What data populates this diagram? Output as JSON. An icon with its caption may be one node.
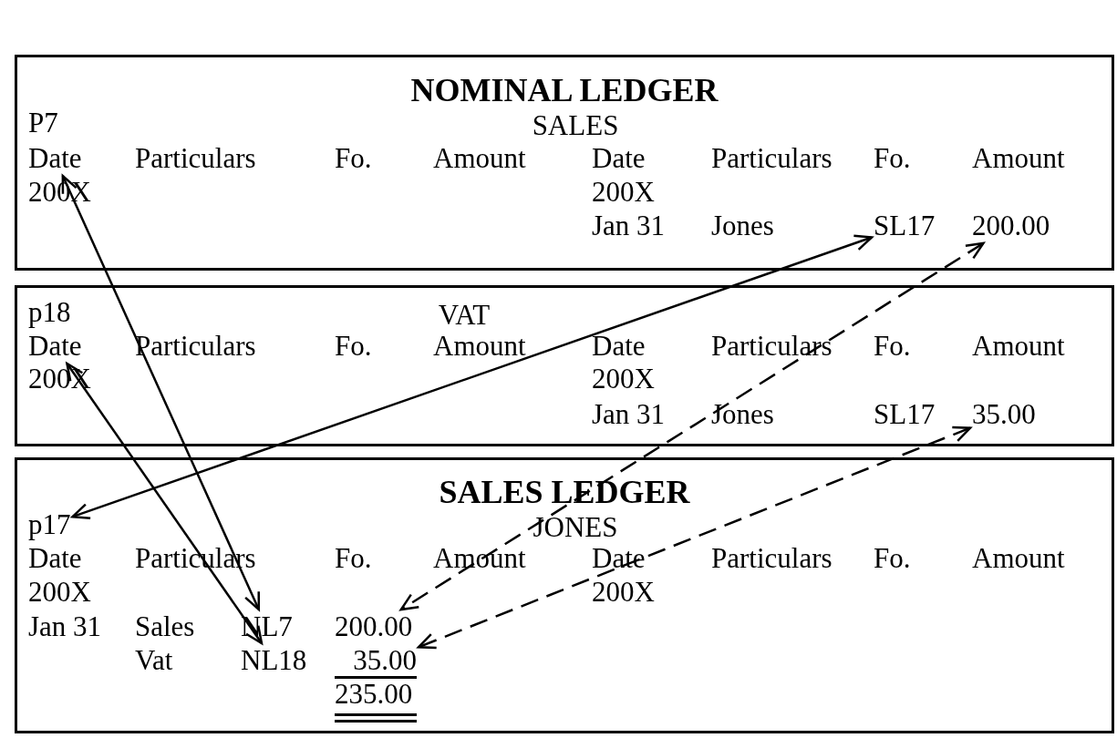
{
  "diagram": {
    "nodes": [
      {
        "text": [
          "NOMINAL LEDGER",
          "SALES"
        ]
      },
      {
        "text": [
          "Date"
        ],
        "in": 0
      },
      {
        "text": [
          "SL17"
        ],
        "in": 0
      },
      {
        "text": [
          "200.00"
        ],
        "in": 0
      },
      {
        "text": [
          "VAT"
        ]
      },
      {
        "text": [
          "Date"
        ],
        "in": 4
      },
      {
        "text": [
          "35.00"
        ],
        "in": 4
      },
      {
        "text": [
          "SALES LEDGER",
          "JONES"
        ]
      },
      {
        "text": [
          "p17"
        ],
        "in": 7
      },
      {
        "text": [
          "NL7"
        ],
        "in": 7
      },
      {
        "text": [
          "NL18"
        ],
        "in": 7
      },
      {
        "text": [
          "200.00"
        ],
        "in": 7
      },
      {
        "text": [
          "35.00"
        ],
        "in": 7
      }
    ],
    "edges": [
      {
        "from": 1,
        "to": 9,
        "arrow": "both"
      },
      {
        "from": 5,
        "to": 10,
        "arrow": "both"
      },
      {
        "from": 8,
        "to": 2,
        "arrow": "both"
      },
      {
        "from": 3,
        "to": 11,
        "arrow": "both",
        "style": "dashed"
      },
      {
        "from": 6,
        "to": 12,
        "arrow": "both",
        "style": "dashed"
      }
    ],
    "labels": [
      "P7",
      "Particulars",
      "Fo.",
      "Amount",
      "Date",
      "Particulars",
      "Fo.",
      "Amount",
      "200X",
      "200X",
      "Jan 31",
      "Jones",
      "p18",
      "Particulars",
      "Fo.",
      "Amount",
      "Date",
      "Particulars",
      "Fo.",
      "Amount",
      "200X",
      "200X",
      "Jan 31",
      "Jones",
      "SL17",
      "Date",
      "Particulars",
      "Fo.",
      "Amount",
      "Date",
      "Particulars",
      "Fo.",
      "Amount",
      "200X",
      "200X",
      "Jan 31",
      "Sales",
      "Vat",
      "235.00"
    ]
  }
}
